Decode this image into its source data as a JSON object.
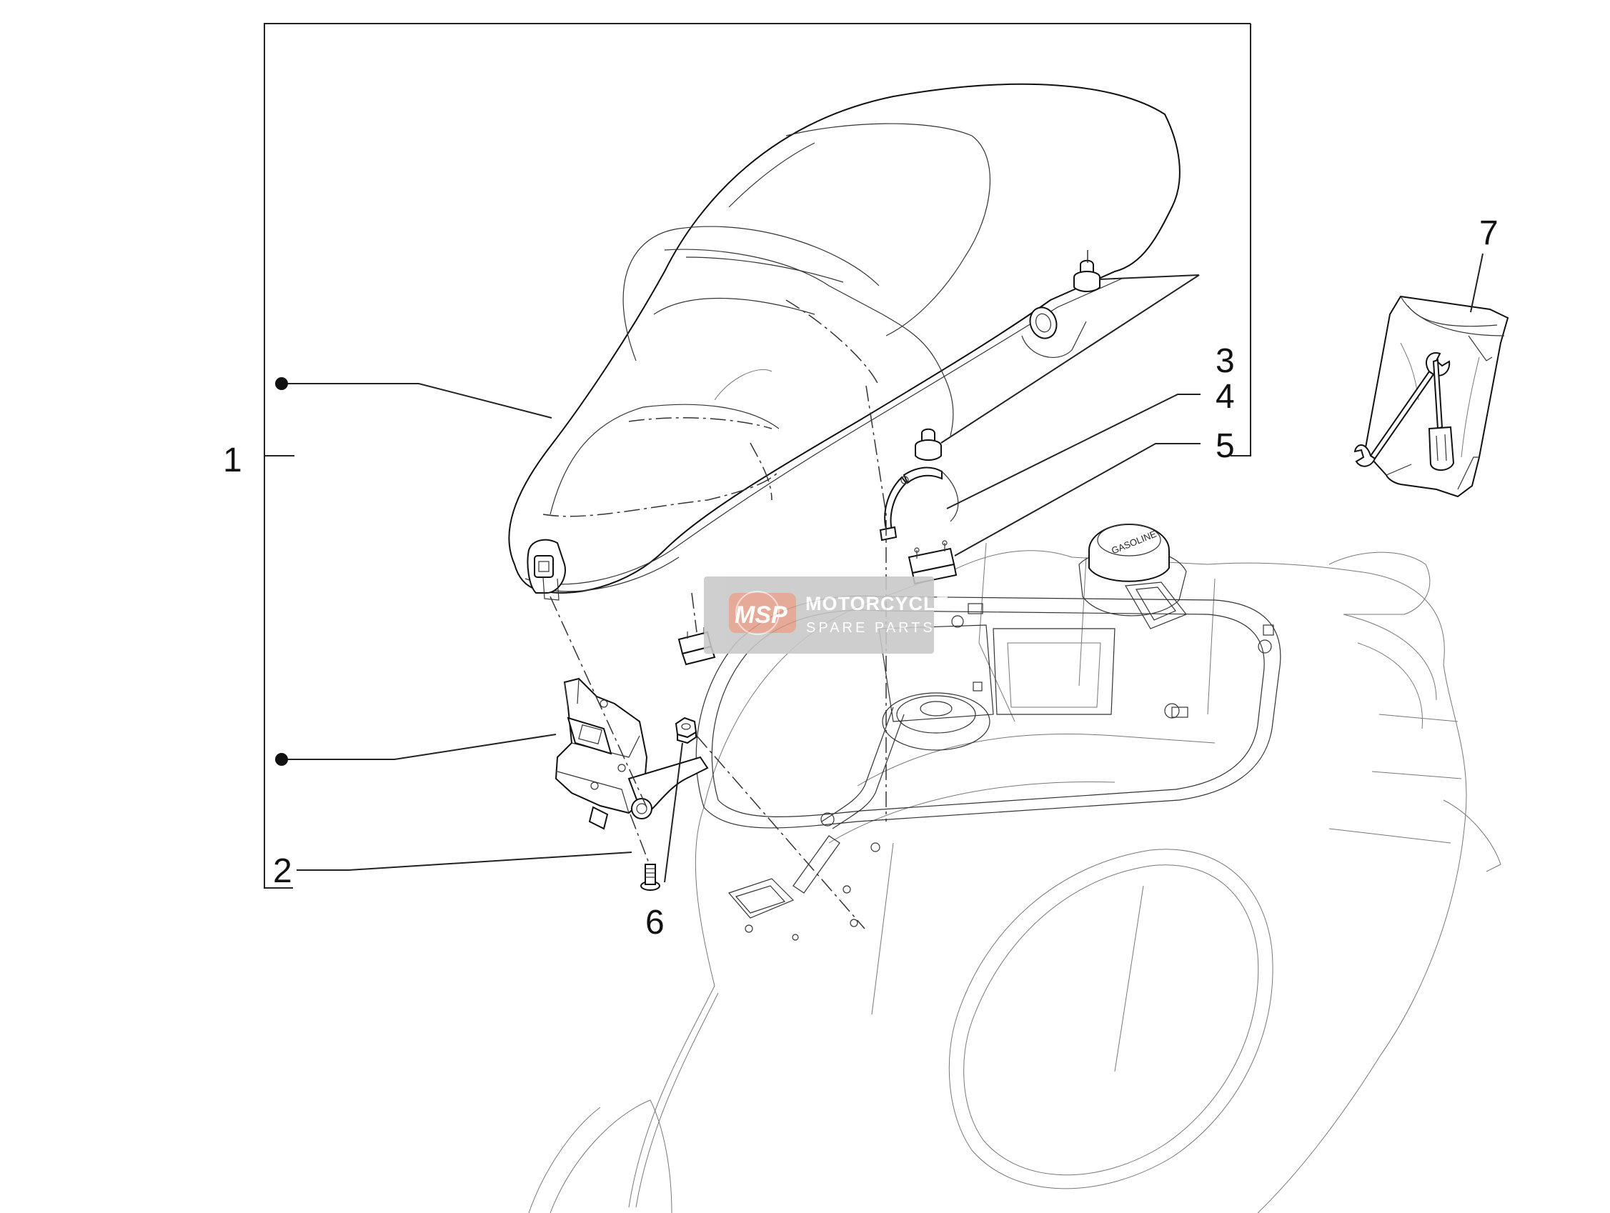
{
  "callouts": [
    {
      "id": "1",
      "label": "1"
    },
    {
      "id": "2",
      "label": "2"
    },
    {
      "id": "3",
      "label": "3"
    },
    {
      "id": "4",
      "label": "4"
    },
    {
      "id": "5",
      "label": "5"
    },
    {
      "id": "6",
      "label": "6"
    },
    {
      "id": "7",
      "label": "7"
    }
  ],
  "watermark": {
    "logo_text": "MSP",
    "title": "MOTORCYCLE",
    "subtitle": "SPARE PARTS"
  },
  "fuel_cap_text": "GASOLINE",
  "colors": {
    "line": "#111111",
    "background": "#ffffff",
    "watermark_box": "#c8c8c8",
    "watermark_logo": "#e3a08a"
  }
}
